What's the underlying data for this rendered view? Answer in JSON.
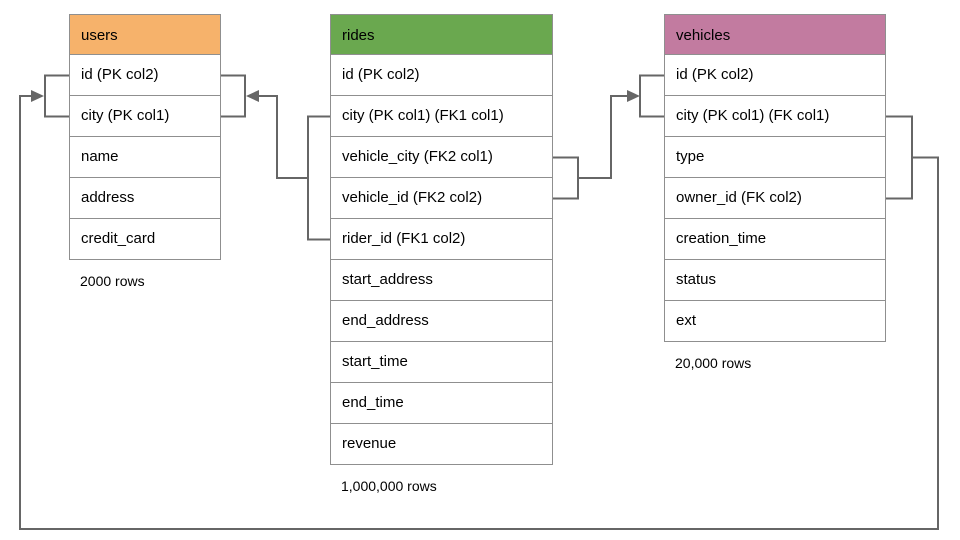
{
  "colors": {
    "users_header": "#f6b26b",
    "rides_header": "#6aa84f",
    "vehicles_header": "#c27ba0",
    "line": "#666666",
    "border": "#8f8f8f"
  },
  "tables": {
    "users": {
      "title": "users",
      "columns": [
        "id (PK col2)",
        "city (PK col1)",
        "name",
        "address",
        "credit_card"
      ],
      "row_count": "2000 rows"
    },
    "rides": {
      "title": "rides",
      "columns": [
        "id (PK col2)",
        "city (PK col1) (FK1 col1)",
        "vehicle_city (FK2 col1)",
        "vehicle_id (FK2 col2)",
        "rider_id (FK1 col2)",
        "start_address",
        "end_address",
        "start_time",
        "end_time",
        "revenue"
      ],
      "row_count": "1,000,000 rows"
    },
    "vehicles": {
      "title": "vehicles",
      "columns": [
        "id (PK col2)",
        "city (PK col1) (FK col1)",
        "type",
        "owner_id (FK col2)",
        "creation_time",
        "status",
        "ext"
      ],
      "row_count": "20,000 rows"
    }
  },
  "relationships": {
    "fk1": "rides (city, rider_id) -> users (id, city)",
    "fk2": "rides (vehicle_city, vehicle_id) -> vehicles (id, city)",
    "fk": "vehicles (city, owner_id) -> users (id, city)"
  }
}
